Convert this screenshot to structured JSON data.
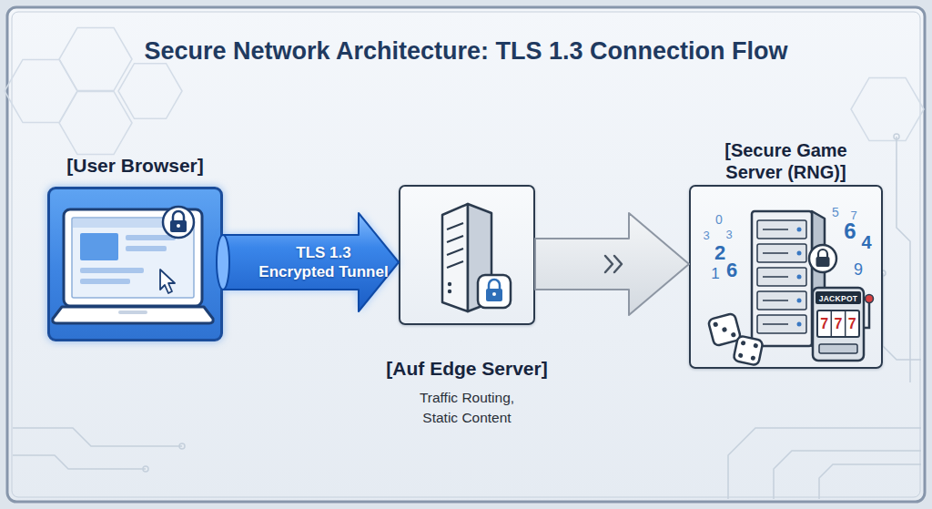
{
  "diagram": {
    "title": "Secure Network Architecture: TLS 1.3 Connection Flow",
    "nodes": [
      {
        "text": [
          "[User Browser]"
        ]
      },
      {
        "text": [
          "[Auf Edge Server]",
          "Traffic Routing, Static Content"
        ]
      },
      {
        "text": [
          "[Secure Game Server (RNG)]"
        ]
      }
    ],
    "edges": [
      {
        "from": 0,
        "to": 1,
        "label": "TLS 1.3 Encrypted Tunnel",
        "arrow": "to"
      },
      {
        "from": 1,
        "to": 2,
        "arrow": "to"
      }
    ],
    "labels": [
      "0",
      "3",
      "3",
      "2",
      "1",
      "6",
      "5",
      "7",
      "6",
      "4",
      "9",
      "JACKPOT",
      "7",
      "7",
      "7"
    ]
  }
}
